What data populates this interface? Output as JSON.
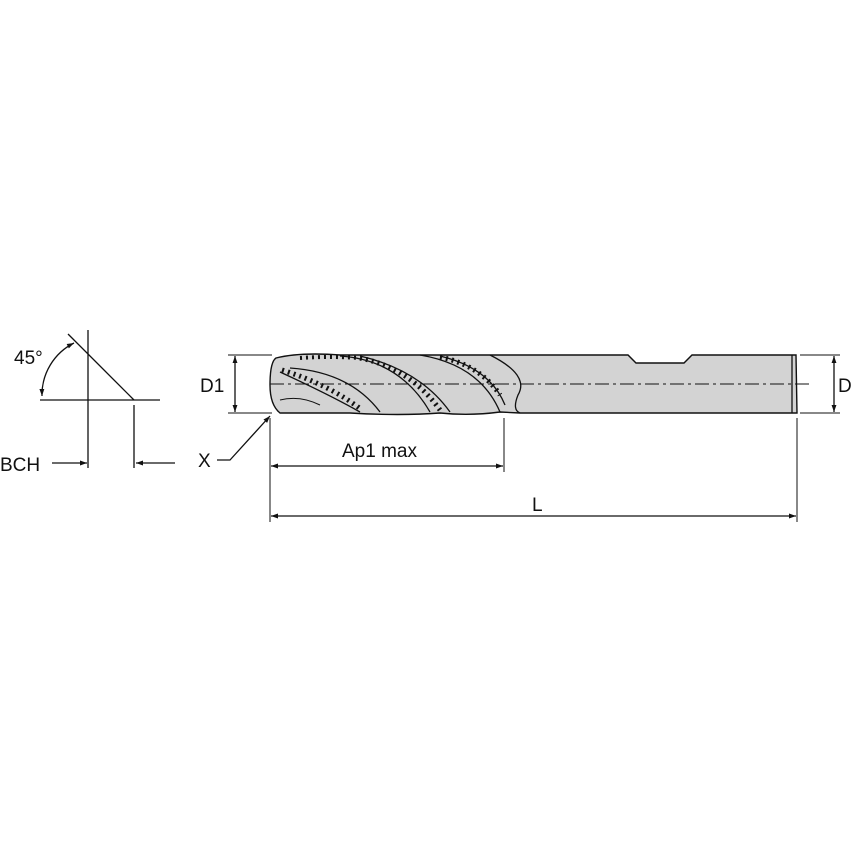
{
  "labels": {
    "angle": "45°",
    "bch": "BCH",
    "x": "X",
    "d1": "D1",
    "d": "D",
    "ap1_max": "Ap1 max",
    "l": "L"
  },
  "colors": {
    "tool_fill": "#d3d3d3",
    "line": "#111111"
  }
}
